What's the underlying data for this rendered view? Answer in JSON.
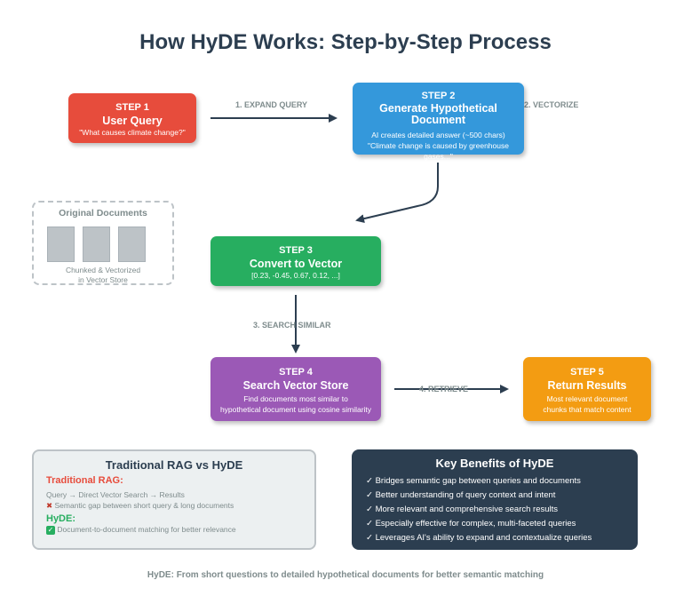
{
  "title": "How HyDE Works: Step-by-Step Process",
  "steps": [
    {
      "step": "STEP 1",
      "name": "User Query",
      "lines": [
        "\"What causes climate change?\""
      ]
    },
    {
      "step": "STEP 2",
      "name": "Generate Hypothetical Document",
      "lines": [
        "AI creates detailed answer (~500 chars)",
        "\"Climate change is caused by greenhouse gases...\""
      ]
    },
    {
      "step": "STEP 3",
      "name": "Convert to Vector",
      "lines": [
        "[0.23, -0.45, 0.67, 0.12, ...]"
      ]
    },
    {
      "step": "STEP 4",
      "name": "Search Vector Store",
      "lines": [
        "Find documents most similar to",
        "hypothetical document using cosine similarity"
      ]
    },
    {
      "step": "STEP 5",
      "name": "Return Results",
      "lines": [
        "Most relevant document",
        "chunks that match content"
      ]
    }
  ],
  "arrow_labels": {
    "expand": "1. EXPAND QUERY",
    "vectorize": "2. VECTORIZE",
    "search": "3. SEARCH SIMILAR",
    "retrieve": "4. RETRIEVE"
  },
  "documents": {
    "title": "Original Documents",
    "note_line1": "Chunked & Vectorized",
    "note_line2": "in Vector Store"
  },
  "comparison": {
    "title": "Traditional RAG vs HyDE",
    "traditional_label": "Traditional RAG:",
    "traditional_flow": "Query → Direct Vector Search → Results",
    "traditional_issue": "Semantic gap between short query & long documents",
    "hyde_label": "HyDE:",
    "hyde_benefit": "Document-to-document matching for better relevance",
    "colors": {
      "traditional": "#e74c3c",
      "hyde": "#27ae60"
    }
  },
  "benefits": {
    "title": "Key Benefits of HyDE",
    "items": [
      "✓ Bridges semantic gap between queries and documents",
      "✓ Better understanding of query context and intent",
      "✓ More relevant and comprehensive search results",
      "✓ Especially effective for complex, multi-faceted queries",
      "✓ Leverages AI's ability to expand and contextualize queries"
    ]
  },
  "footer": "HyDE: From short questions to detailed hypothetical documents for better semantic matching",
  "colors": {
    "step1": "#e74c3c",
    "step2": "#3498db",
    "step3": "#27ae60",
    "step4": "#9b59b6",
    "step5": "#f39c12",
    "arrow": "#2c3e50"
  }
}
